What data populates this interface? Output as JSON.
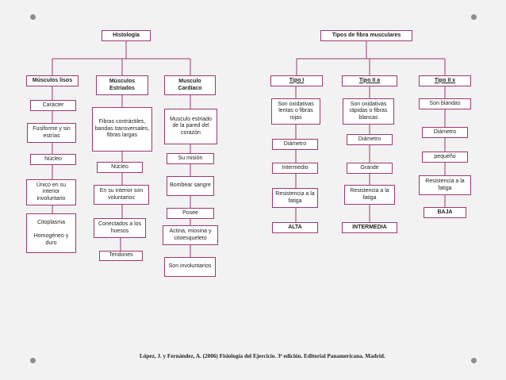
{
  "diagram": {
    "histologia": {
      "root": "Histología",
      "branches": [
        {
          "title": "Músculos lisos",
          "items": [
            "Carácter",
            "Fusiforme y sin estrías",
            "Núcleo",
            "Único en su interior involuntario",
            "Citoplasma\n\nHomogéneo y duro"
          ]
        },
        {
          "title": "Músculos Estriados",
          "items": [
            "Fibras contráctiles, bandas transversales, fibras largas",
            "Núcleo",
            "En su interior son voluntarios",
            "Conectados a los huesos",
            "Tendones"
          ]
        },
        {
          "title": "Musculo Cardíaco",
          "items": [
            "Musculo estriado de la pared del corazón",
            "Su misión",
            "Bombear sangre",
            "Posee",
            "Actina, miosina y citoesqueleto",
            "Son involuntarios"
          ]
        }
      ]
    },
    "fibras": {
      "root": "Tipos de fibra musculares",
      "branches": [
        {
          "title": "Tipo I",
          "items": [
            "Son oxidativas lentas o fibras rojas",
            "Diámetro",
            "Intermedio",
            "Resistencia a la fatiga",
            "ALTA"
          ]
        },
        {
          "title": "Tipo II a",
          "items": [
            "Son oxidativas rápidas o fibras blancas",
            "Diámetro",
            "Grande",
            "Resistencia a la fatiga",
            "INTERMEDIA"
          ]
        },
        {
          "title": "Tipo II x",
          "items": [
            "Son blandas",
            "Diámetro",
            "pequeño",
            "Resistencia a la fatiga",
            "BAJA"
          ]
        }
      ]
    }
  },
  "citation": "López, J. y Fernández, A. (2006) Fisiología del Ejercicio. 3ª edición. Editorial Panamericana. Madrid.",
  "colors": {
    "line": "#9b3872",
    "border": "#9b3872",
    "background": "#f2f2f2"
  }
}
